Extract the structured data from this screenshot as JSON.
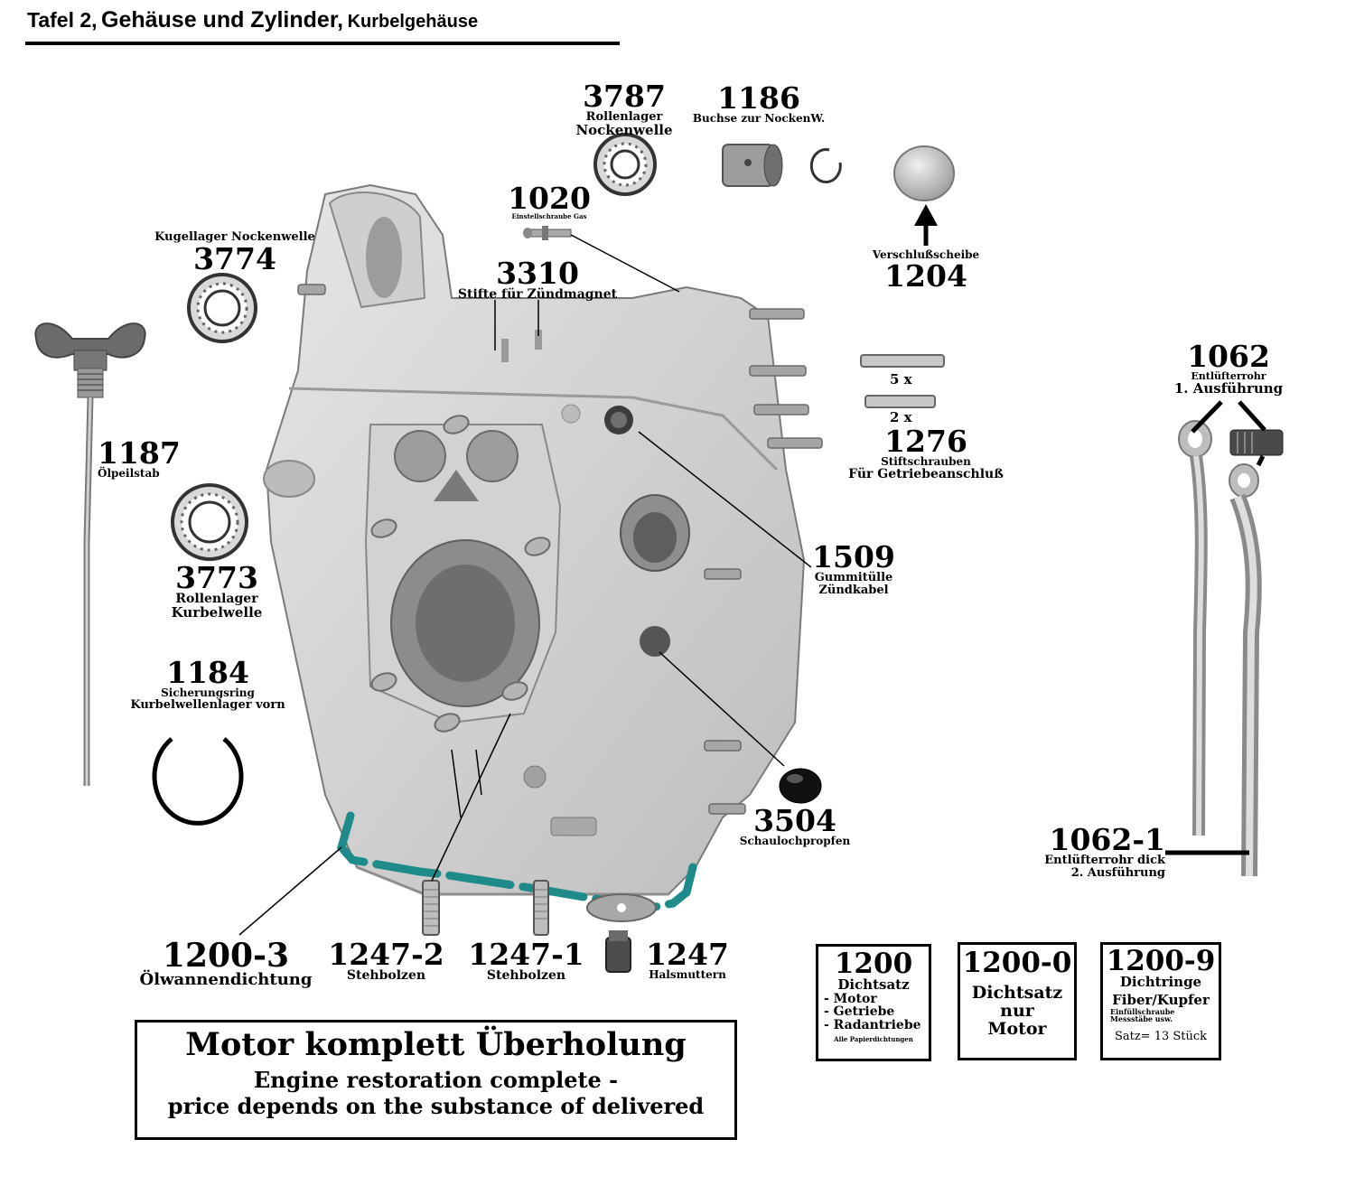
{
  "header": {
    "tafel": "Tafel 2,",
    "title": "Gehäuse und Zylinder,",
    "subtitle": "Kurbelgehäuse"
  },
  "parts": {
    "p3787": {
      "num": "3787",
      "l1": "Rollenlager",
      "l2": "Nockenwelle"
    },
    "p1186": {
      "num": "1186",
      "l1": "Buchse zur NockenW."
    },
    "p1020": {
      "num": "1020",
      "l1": "Einstellschraube Gas"
    },
    "p3774": {
      "num": "3774",
      "l1": "Kugellager Nockenwelle"
    },
    "p3310": {
      "num": "3310",
      "l1": "Stifte für Zündmagnet"
    },
    "p1204": {
      "num": "1204",
      "l1": "Verschlußscheibe"
    },
    "p1276": {
      "num": "1276",
      "q1": "5 x",
      "q2": "2 x",
      "l1": "Stiftschrauben",
      "l2": "Für Getriebeanschluß"
    },
    "p1062": {
      "num": "1062",
      "l1": "Entlüfterrohr",
      "l2": "1. Ausführung"
    },
    "p1187": {
      "num": "1187",
      "l1": "Ölpeilstab"
    },
    "p1509": {
      "num": "1509",
      "l1": "Gummitülle",
      "l2": "Zündkabel"
    },
    "p3773": {
      "num": "3773",
      "l1": "Rollenlager",
      "l2": "Kurbelwelle"
    },
    "p1184": {
      "num": "1184",
      "l1": "Sicherungsring",
      "l2": "Kurbelwellenlager vorn"
    },
    "p3504": {
      "num": "3504",
      "l1": "Schaulochpropfen"
    },
    "p1062_1": {
      "num": "1062-1",
      "l1": "Entlüfterrohr dick",
      "l2": "2. Ausführung"
    },
    "p1200_3": {
      "num": "1200-3",
      "l1": "Ölwannendichtung"
    },
    "p1247_2": {
      "num": "1247-2",
      "l1": "Stehbolzen"
    },
    "p1247_1": {
      "num": "1247-1",
      "l1": "Stehbolzen"
    },
    "p1247": {
      "num": "1247",
      "l1": "Halsmuttern"
    }
  },
  "kits": {
    "k1200": {
      "num": "1200",
      "title": "Dichtsatz",
      "items": [
        "- Motor",
        "- Getriebe",
        "- Radantriebe"
      ],
      "note": "Alle Papierdichtungen"
    },
    "k1200_0": {
      "num": "1200-0",
      "l1": "Dichtsatz",
      "l2": "nur",
      "l3": "Motor"
    },
    "k1200_9": {
      "num": "1200-9",
      "title": "Dichtringe",
      "l1": "Fiber/Kupfer",
      "l2": "Einfüllschraube",
      "l3": "Messstäbe usw.",
      "l4": "Satz= 13 Stück"
    }
  },
  "overhaul": {
    "title": "Motor komplett Überholung",
    "line1": "Engine restoration complete -",
    "line2": "price depends on the substance of delivered"
  },
  "colors": {
    "gasket": "#1f8a8a",
    "ink": "#000000",
    "casting": "#d6d6d6",
    "metal": "#a9a9a9"
  }
}
